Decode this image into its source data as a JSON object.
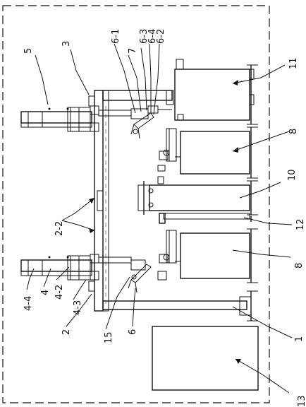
{
  "figure": {
    "labels": [
      {
        "id": "label-1",
        "text": "1"
      },
      {
        "id": "label-2",
        "text": "2"
      },
      {
        "id": "label-2-2",
        "text": "2-2"
      },
      {
        "id": "label-3",
        "text": "3"
      },
      {
        "id": "label-4",
        "text": "4"
      },
      {
        "id": "label-4-2",
        "text": "4-2"
      },
      {
        "id": "label-4-3",
        "text": "4-3"
      },
      {
        "id": "label-4-4",
        "text": "4-4"
      },
      {
        "id": "label-5",
        "text": "5"
      },
      {
        "id": "label-6",
        "text": "6"
      },
      {
        "id": "label-6-1",
        "text": "6-1"
      },
      {
        "id": "label-6-2",
        "text": "6-2"
      },
      {
        "id": "label-6-3",
        "text": "6-3"
      },
      {
        "id": "label-6-4",
        "text": "6-4"
      },
      {
        "id": "label-7",
        "text": "7"
      },
      {
        "id": "label-8a",
        "text": "8"
      },
      {
        "id": "label-8b",
        "text": "8"
      },
      {
        "id": "label-10",
        "text": "10"
      },
      {
        "id": "label-11",
        "text": "11"
      },
      {
        "id": "label-12",
        "text": "12"
      },
      {
        "id": "label-13",
        "text": "13"
      },
      {
        "id": "label-15",
        "text": "15"
      }
    ]
  }
}
